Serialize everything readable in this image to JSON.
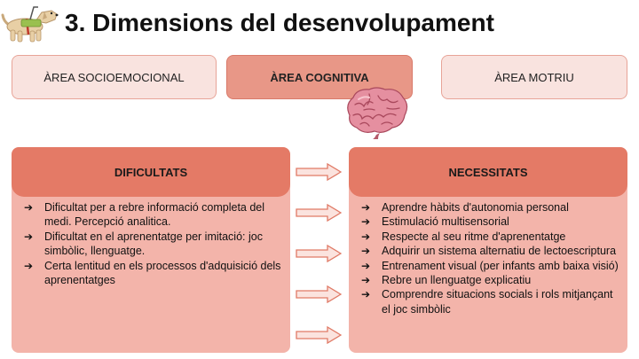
{
  "header": {
    "title": "3. Dimensions del desenvolupament"
  },
  "icons": {
    "logo": "guide-dog-icon",
    "brain": "brain-icon",
    "bullet": "right-arrow-bullet",
    "connector": "right-arrow-outline"
  },
  "areas": [
    {
      "label": "ÀREA SOCIOEMOCIONAL",
      "active": false
    },
    {
      "label": "ÀREA COGNITIVA",
      "active": true
    },
    {
      "label": "ÀREA MOTRIU",
      "active": false
    }
  ],
  "dificultats": {
    "title": "DIFICULTATS",
    "items": [
      "Dificultat per a rebre informació completa del medi. Percepció analitica.",
      "Dificultat en el aprenentatge per imitació: joc simbòlic, llenguatge.",
      "Certa lentitud en els processos d'adquisició dels aprenentatges"
    ]
  },
  "necessitats": {
    "title": "NECESSITATS",
    "items": [
      "Aprendre hàbits d'autonomia personal",
      "Estimulació multisensorial",
      "Respecte al seu ritme d'aprenentatge",
      "Adquirir un sistema alternatiu de lectoescriptura",
      "Entrenament visual (per infants amb baixa visió)",
      "Rebre un llenguatge explicatiu",
      "Comprendre situacions socials i rols mitjançant el joc simbòlic"
    ]
  },
  "colors": {
    "header_fill": "#e47a66",
    "panel_fill": "#f3b4aa",
    "active_area": "#e89787",
    "inactive_area": "#f9e3df"
  }
}
